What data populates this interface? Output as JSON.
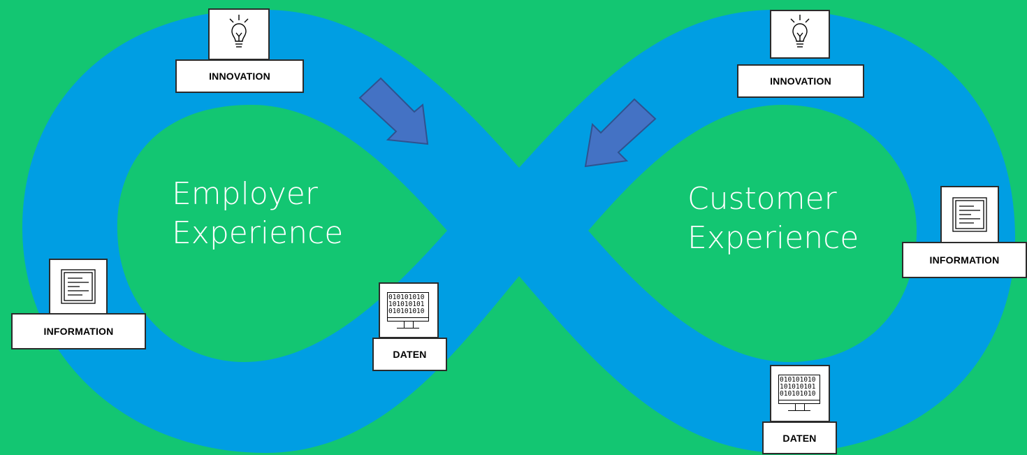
{
  "diagram": {
    "left_loop_label_line1": "Employer",
    "left_loop_label_line2": "Experience",
    "right_loop_label_line1": "Customer",
    "right_loop_label_line2": "Experience",
    "nodes": {
      "left_innovation": "INNOVATION",
      "left_information": "INFORMATION",
      "left_daten": "DATEN",
      "right_innovation": "INNOVATION",
      "right_information": "INFORMATION",
      "right_daten": "DATEN"
    },
    "binary_line1": "010101010",
    "binary_line2": "101010101",
    "binary_line3": "010101010"
  },
  "colors": {
    "background": "#13c672",
    "loop": "#009ee3",
    "arrow": "#4472c4",
    "arrow_border": "#2f528f"
  },
  "icons": [
    "lightbulb-icon",
    "document-icon",
    "monitor-binary-icon",
    "arrow-icon"
  ]
}
